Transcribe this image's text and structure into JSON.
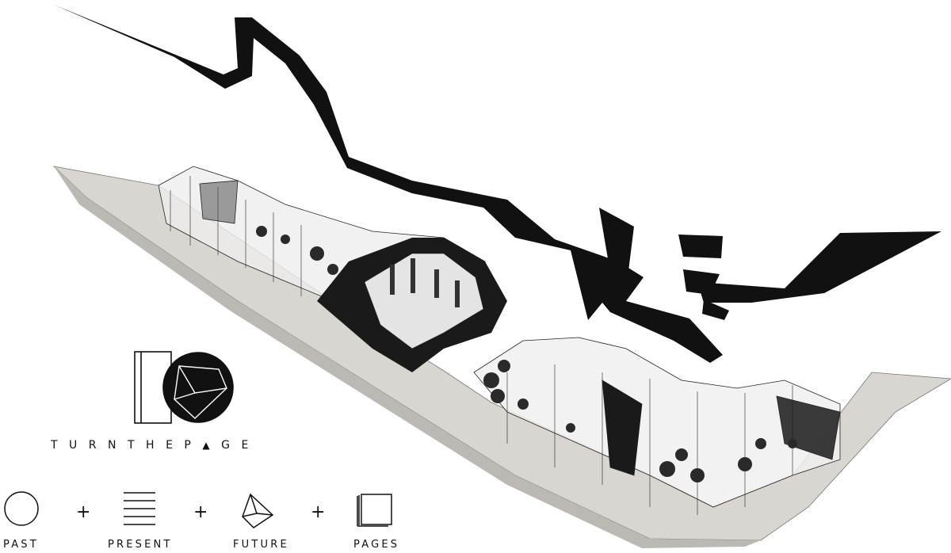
{
  "logo": {
    "tagline_parts": [
      "TURNTHEP",
      "▲",
      "GE"
    ]
  },
  "legend": {
    "items": [
      {
        "label": "PAST",
        "icon": "circle-icon"
      },
      {
        "label": "PRESENT",
        "icon": "lines-icon"
      },
      {
        "label": "FUTURE",
        "icon": "faceted-shape-icon"
      },
      {
        "label": "PAGES",
        "icon": "stacked-pages-icon"
      }
    ],
    "separator": "+"
  },
  "colors": {
    "ink": "#111111",
    "floor": "#d6d2cd",
    "glass": "#e9e9e9",
    "dark": "#1a1a1a"
  }
}
